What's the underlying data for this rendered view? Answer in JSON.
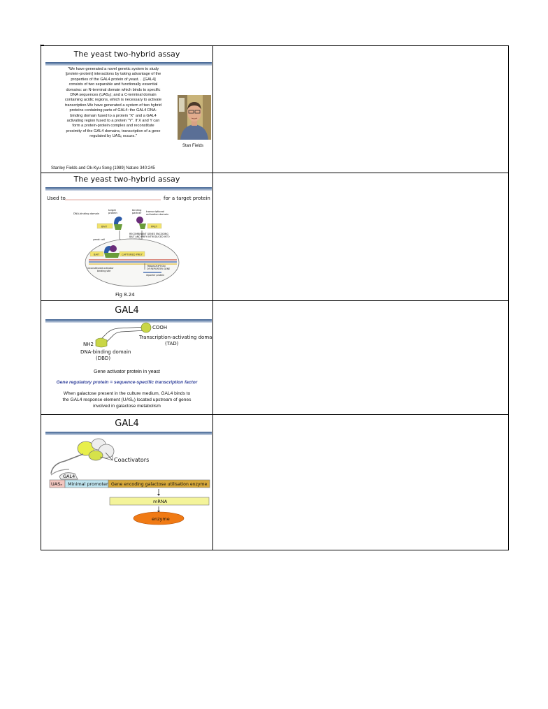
{
  "slides": [
    {
      "title": "The yeast two-hybrid assay",
      "quote_lines": [
        "\"We have generated a novel genetic system to study",
        "[protein-protein] interactions by taking advantage of the",
        "properties of the GAL4 protein of yeast. . .[GAL4]",
        "consists of two separable and functionally essential",
        "domains: an N-terminal domain which binds to specific",
        "DNA sequences (UASₑ); and a C-terminal domain",
        "containing acidic regions, which is necessary to activate",
        "transcription.We have generated a system of two hybrid",
        "proteins containing parts of GAL4: the GAL4 DNA-",
        "binding domain fused to a protein \"X\" and a GAL4",
        "activating region fused to a protein \"Y\". If X and Y can",
        "form a protein-protein complex and reconstitute",
        "proximity of the GAL4 domains, transcription of a gene",
        "regulated by UASₑ occurs.\""
      ],
      "reference": "Stanley Fields and Ok-Kyu Song (1989) Nature 340:245",
      "photo_caption": "Stan Fields"
    },
    {
      "title": "The yeast two-hybrid assay",
      "used_to": "Used to",
      "target_protein": "for a target protein",
      "labels": {
        "dbd": "DNA-binding domain",
        "target": "target",
        "target2": "protein",
        "binding": "binding",
        "partner": "partner",
        "tad": "transcriptional",
        "tad2": "activation domain",
        "bait": "BAIT",
        "prey": "PREY",
        "recombinant1": "RECOMBINANT GENES ENCODING",
        "recombinant2": "BAIT AND PREY INTRODUCED INTO",
        "recombinant3": "YEAST CELL",
        "yeast_cell": "yeast cell",
        "captured": "CAPTURED PREY",
        "activator1": "reconstituted activator",
        "activator2": "binding site",
        "transcription1": "TRANSCRIPTION",
        "transcription2": "OF REPORTER GENE",
        "reporter": "reporter protein"
      },
      "fig": "Fig 8.24"
    },
    {
      "title": "GAL4",
      "cooh": "COOH",
      "nh2": "NH2",
      "tad": "Transcription-activating domain",
      "tad_abbr": "(TAD)",
      "dbd": "DNA-binding domain",
      "dbd_abbr": "(DBD)",
      "gene_activator": "Gene activator protein in yeast",
      "regulatory": "Gene regulatory protein = sequence-specific transcription factor",
      "galactose_lines": [
        "When galactose present in the culture medium, GAL4 binds to",
        "the GAL4 response element (UASₑ) located upstream of genes",
        "involved in galactose metabolism"
      ]
    },
    {
      "title": "GAL4",
      "coactivators": "Coactivators",
      "gal4": "GAL4",
      "uas": "UASₑ",
      "minimal_promoter": "Minimal promoter",
      "gene": "Gene encoding galactose utilisation enzyme",
      "mrna": "mRNA",
      "enzyme": "enzyme"
    }
  ],
  "colors": {
    "rule_dark": "#3c5e8e",
    "regulatory_text": "#2f3f9a",
    "yellow_domain": "#d8e04a",
    "dbd_green": "#b7cc4a",
    "uas_pink": "#f2c6bf",
    "promoter_blue": "#bfe4ef",
    "gene_gold": "#d8a93a",
    "enzyme_orange": "#f07a14"
  }
}
